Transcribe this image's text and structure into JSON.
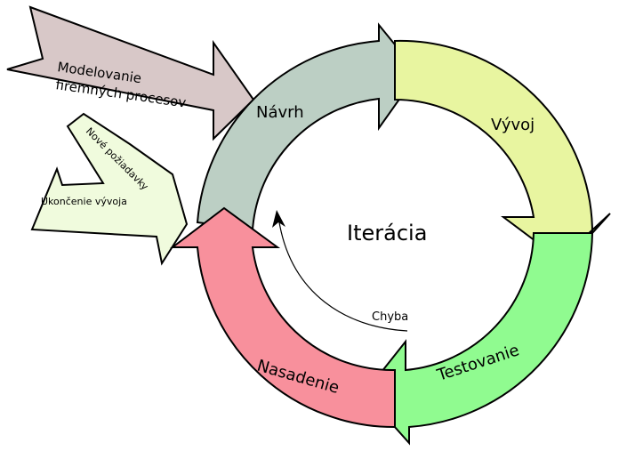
{
  "center_label": "Iterácia",
  "phases": [
    {
      "id": "navrh",
      "label": "Návrh",
      "color": "#bccfc4"
    },
    {
      "id": "vyvoj",
      "label": "Vývoj",
      "color": "#e8f5a0"
    },
    {
      "id": "testovanie",
      "label": "Testovanie",
      "color": "#90fb90"
    },
    {
      "id": "nasadenie",
      "label": "Nasadenie",
      "color": "#f8909c"
    }
  ],
  "input_arrow": {
    "lines": [
      "Modelovanie",
      "firemných procesov"
    ],
    "color": "#d8c8c8"
  },
  "side_arrows": {
    "color": "#f0fbdd",
    "new_requirements": "Nové požiadavky",
    "end_development": "Ukončenie vývoja"
  },
  "error_label": "Chyba"
}
